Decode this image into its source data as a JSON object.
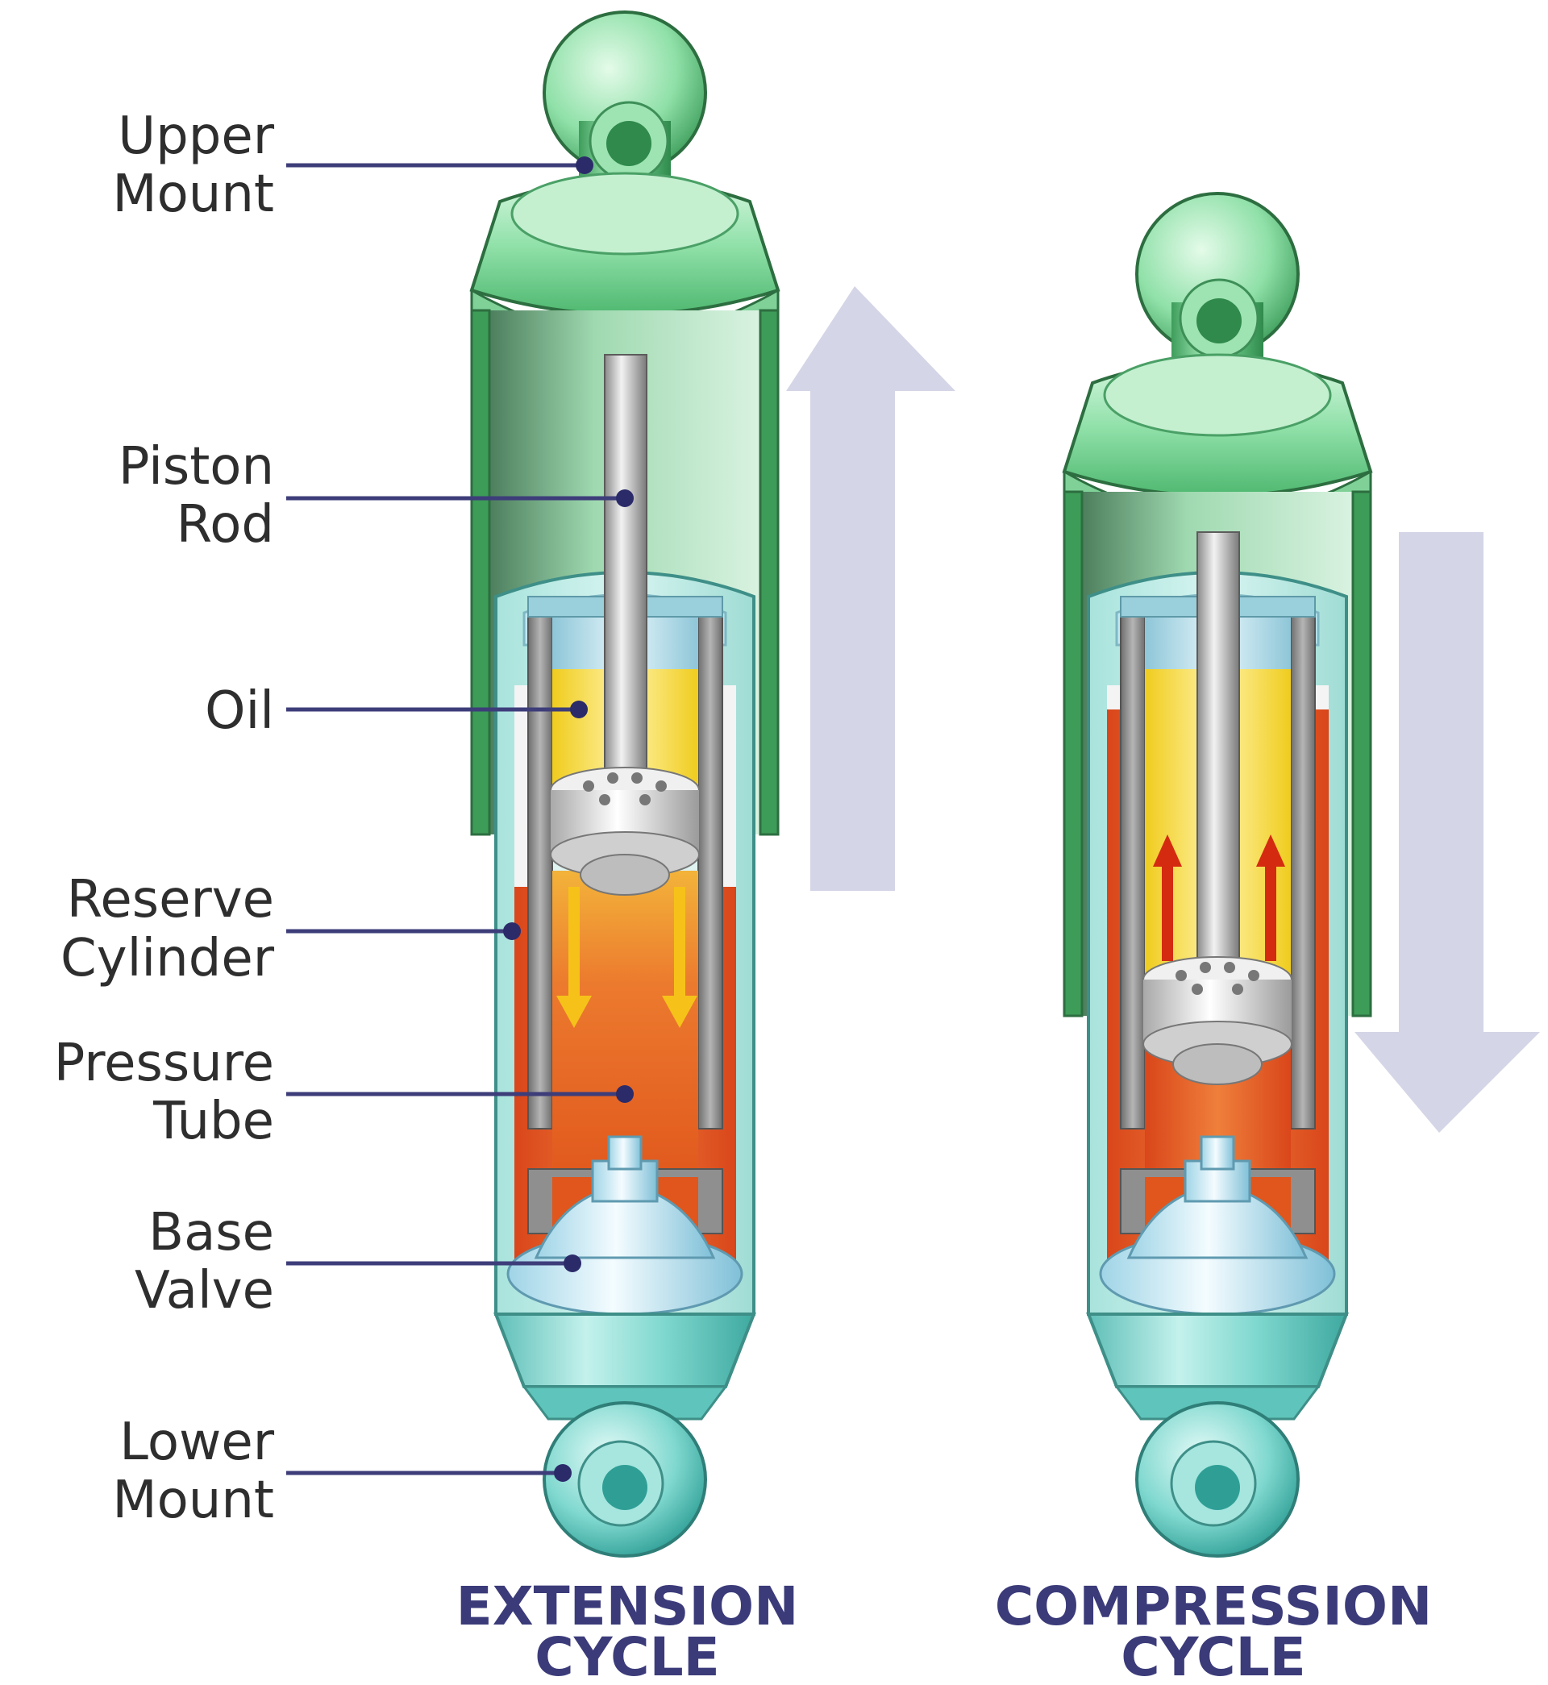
{
  "labels": {
    "upper_mount": [
      "Upper",
      "Mount"
    ],
    "piston_rod": [
      "Piston",
      "Rod"
    ],
    "oil": [
      "Oil"
    ],
    "reserve_cylinder": [
      "Reserve",
      "Cylinder"
    ],
    "pressure_tube": [
      "Pressure",
      "Tube"
    ],
    "base_valve": [
      "Base",
      "Valve"
    ],
    "lower_mount": [
      "Lower",
      "Mount"
    ]
  },
  "captions": {
    "extension": [
      "EXTENSION",
      "CYCLE"
    ],
    "compression": [
      "COMPRESSION",
      "CYCLE"
    ]
  },
  "colors": {
    "upper_body": "#5fc77e",
    "lower_body": "#4fc9c0",
    "oil": "#f2d934",
    "compressed_oil": "#e0561c",
    "pressure_tube": "#8c8c8c",
    "motion_arrow": "#d4d5e6",
    "flow_up": "#d42a10",
    "flow_down": "#f6c21a",
    "label_line": "#3d3d7a",
    "caption": "#3b3b7a"
  },
  "icons": {
    "extension_motion": "arrow-up-icon",
    "compression_motion": "arrow-down-icon"
  }
}
